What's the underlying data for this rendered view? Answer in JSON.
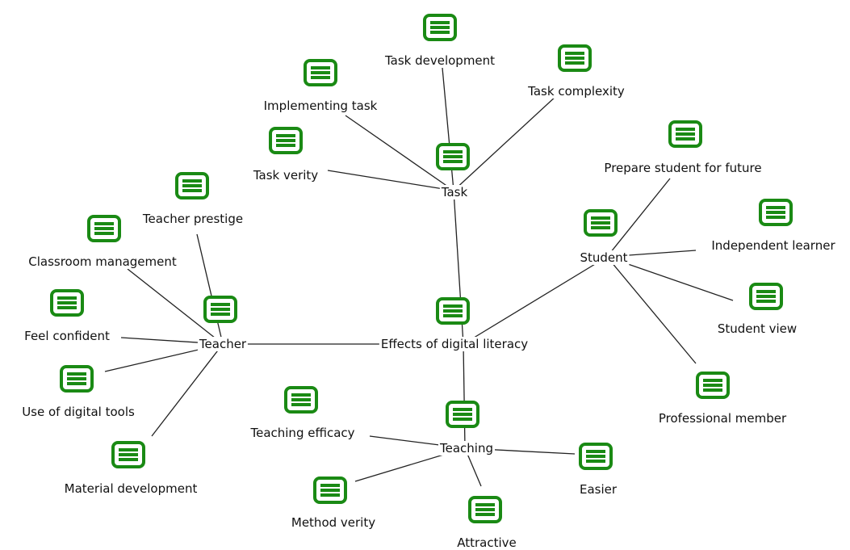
{
  "colors": {
    "node": "#1a8a14",
    "edge": "#222222",
    "text": "#111111"
  },
  "icon": "list-icon",
  "nodes": [
    {
      "id": "effects",
      "label": "Effects of digital literacy"
    },
    {
      "id": "task",
      "label": "Task"
    },
    {
      "id": "task_development",
      "label": "Task development"
    },
    {
      "id": "task_complexity",
      "label": "Task complexity"
    },
    {
      "id": "implementing_task",
      "label": "Implementing task"
    },
    {
      "id": "task_verity",
      "label": "Task verity"
    },
    {
      "id": "student",
      "label": "Student"
    },
    {
      "id": "prepare_student",
      "label": "Prepare student for future"
    },
    {
      "id": "independent_learner",
      "label": "Independent learner"
    },
    {
      "id": "student_view",
      "label": "Student view"
    },
    {
      "id": "professional_member",
      "label": "Professional member"
    },
    {
      "id": "teacher",
      "label": "Teacher"
    },
    {
      "id": "teacher_prestige",
      "label": "Teacher prestige"
    },
    {
      "id": "classroom_management",
      "label": "Classroom management"
    },
    {
      "id": "feel_confident",
      "label": "Feel confident"
    },
    {
      "id": "use_digital_tools",
      "label": "Use of digital tools"
    },
    {
      "id": "material_development",
      "label": "Material development"
    },
    {
      "id": "teaching",
      "label": "Teaching"
    },
    {
      "id": "teaching_efficacy",
      "label": "Teaching efficacy"
    },
    {
      "id": "easier",
      "label": "Easier"
    },
    {
      "id": "method_verity",
      "label": "Method verity"
    },
    {
      "id": "attractive",
      "label": "Attractive"
    }
  ],
  "edges": [
    [
      "effects",
      "task"
    ],
    [
      "effects",
      "student"
    ],
    [
      "effects",
      "teacher"
    ],
    [
      "effects",
      "teaching"
    ],
    [
      "task",
      "task_development"
    ],
    [
      "task",
      "task_complexity"
    ],
    [
      "task",
      "implementing_task"
    ],
    [
      "task",
      "task_verity"
    ],
    [
      "student",
      "prepare_student"
    ],
    [
      "student",
      "independent_learner"
    ],
    [
      "student",
      "student_view"
    ],
    [
      "student",
      "professional_member"
    ],
    [
      "teacher",
      "teacher_prestige"
    ],
    [
      "teacher",
      "classroom_management"
    ],
    [
      "teacher",
      "feel_confident"
    ],
    [
      "teacher",
      "use_digital_tools"
    ],
    [
      "teacher",
      "material_development"
    ],
    [
      "teaching",
      "teaching_efficacy"
    ],
    [
      "teaching",
      "easier"
    ],
    [
      "teaching",
      "method_verity"
    ],
    [
      "teaching",
      "attractive"
    ]
  ]
}
